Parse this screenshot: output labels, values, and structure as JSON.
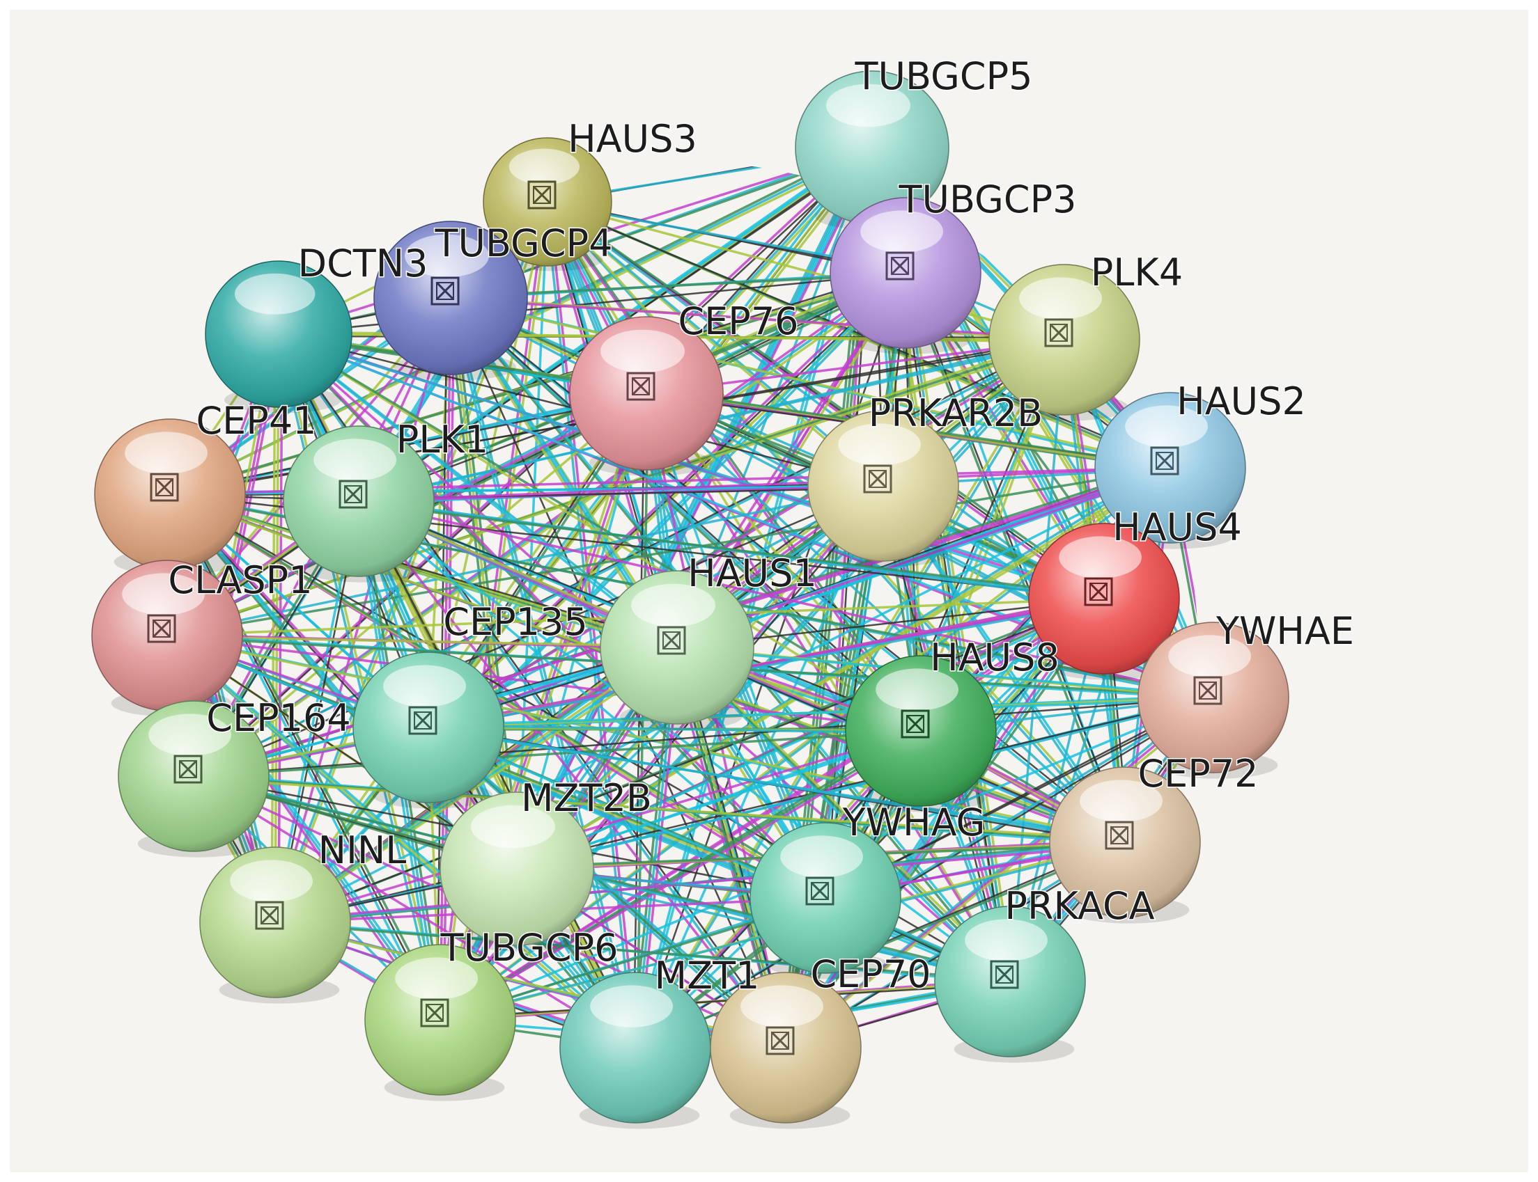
{
  "network": {
    "nodes": [
      {
        "id": "TUBGCP5",
        "label": "TUBGCP5",
        "color": "#8fd6c7",
        "icon": false
      },
      {
        "id": "HAUS3",
        "label": "HAUS3",
        "color": "#b9b65a",
        "icon": true
      },
      {
        "id": "TUBGCP3",
        "label": "TUBGCP3",
        "color": "#b493de",
        "icon": true
      },
      {
        "id": "TUBGCP4",
        "label": "TUBGCP4",
        "color": "",
        "icon": false
      },
      {
        "id": "DCTN3",
        "label": "DCTN3",
        "color": "#6d78c4",
        "icon": true
      },
      {
        "id": "PLK4",
        "label": "PLK4",
        "color": "#c6d186",
        "icon": true
      },
      {
        "id": "CEP76",
        "label": "CEP76",
        "color": "#e6949a",
        "icon": true
      },
      {
        "id": "TEAL1",
        "label": "",
        "color": "#2ea9a3",
        "icon": false
      },
      {
        "id": "PRKAR2B",
        "label": "PRKAR2B",
        "color": "#ddd59c",
        "icon": true
      },
      {
        "id": "HAUS2",
        "label": "HAUS2",
        "color": "#8ec6e3",
        "icon": true
      },
      {
        "id": "CEP41",
        "label": "CEP41",
        "color": "#dfa47f",
        "icon": true
      },
      {
        "id": "PLK1",
        "label": "PLK1",
        "color": "#8fd4a2",
        "icon": true
      },
      {
        "id": "HAUS4",
        "label": "HAUS4",
        "color": "#ee4b4b",
        "icon": true
      },
      {
        "id": "HAUS1",
        "label": "HAUS1",
        "color": "",
        "icon": false
      },
      {
        "id": "CLASP1",
        "label": "CLASP1",
        "color": "#df8f8f",
        "icon": true
      },
      {
        "id": "CEP135",
        "label": "CEP135",
        "color": "#b4e0ad",
        "icon": true
      },
      {
        "id": "YWHAE",
        "label": "YWHAE",
        "color": "#e2ab99",
        "icon": true
      },
      {
        "id": "HAUS8",
        "label": "HAUS8",
        "color": "#3fae5a",
        "icon": true
      },
      {
        "id": "CEP164",
        "label": "CEP164",
        "color": "#74d1b2",
        "icon": true
      },
      {
        "id": "N_LEFT3",
        "label": "",
        "color": "#9ed38c",
        "icon": true
      },
      {
        "id": "CEP72",
        "label": "CEP72",
        "color": "",
        "icon": false
      },
      {
        "id": "MZT2B",
        "label": "MZT2B",
        "color": "",
        "icon": false
      },
      {
        "id": "YWHAG",
        "label": "YWHAG",
        "color": "#dcc2a2",
        "icon": true
      },
      {
        "id": "NINL",
        "label": "NINL",
        "color": "#c5e5b1",
        "icon": false
      },
      {
        "id": "N_MID",
        "label": "",
        "color": "#6ed0b1",
        "icon": true
      },
      {
        "id": "N_LEFT4",
        "label": "",
        "color": "#b5d88d",
        "icon": true
      },
      {
        "id": "PRKACA",
        "label": "PRKACA",
        "color": "",
        "icon": false
      },
      {
        "id": "CEP70",
        "label": "CEP70",
        "color": "#76d1b6",
        "icon": true
      },
      {
        "id": "TUBGCP6",
        "label": "TUBGCP6",
        "color": "",
        "icon": false
      },
      {
        "id": "MZT1",
        "label": "MZT1",
        "color": "#6ecab8",
        "icon": false
      },
      {
        "id": "N_BOT1",
        "label": "",
        "color": "#a8d67c",
        "icon": true
      },
      {
        "id": "N_BOT2",
        "label": "",
        "color": "#d7c391",
        "icon": true
      }
    ],
    "edge_colors": [
      "#22b3cf",
      "#19c1e0",
      "#a7c43a",
      "#2e2e2e",
      "#c43fcf",
      "#3b8f5a"
    ]
  }
}
